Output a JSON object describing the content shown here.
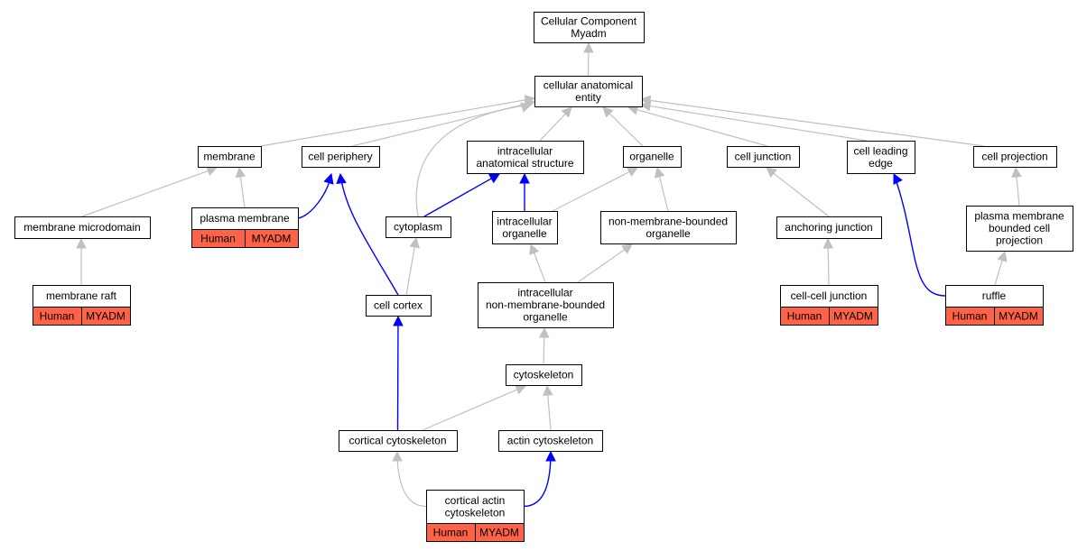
{
  "colors": {
    "gray_edge": "#c0c0c0",
    "blue_edge": "#0000ff",
    "node_border": "#000000",
    "node_fill": "#ffffff",
    "annotation_fill": "#ff6347"
  },
  "nodes": {
    "root": {
      "lines": [
        "Cellular Component",
        "Myadm"
      ]
    },
    "cae": {
      "lines": [
        "cellular anatomical",
        "entity"
      ]
    },
    "membrane": {
      "lines": [
        "membrane"
      ]
    },
    "cell_periphery": {
      "lines": [
        "cell periphery"
      ]
    },
    "intracellular_as": {
      "lines": [
        "intracellular",
        "anatomical structure"
      ]
    },
    "organelle": {
      "lines": [
        "organelle"
      ]
    },
    "cell_junction": {
      "lines": [
        "cell junction"
      ]
    },
    "cell_leading_edge": {
      "lines": [
        "cell leading",
        "edge"
      ]
    },
    "cell_projection": {
      "lines": [
        "cell projection"
      ]
    },
    "membrane_microdomain": {
      "lines": [
        "membrane microdomain"
      ]
    },
    "plasma_membrane": {
      "lines": [
        "plasma membrane"
      ],
      "annotation": [
        "Human",
        "MYADM"
      ]
    },
    "cytoplasm": {
      "lines": [
        "cytoplasm"
      ]
    },
    "intracellular_organelle": {
      "lines": [
        "intracellular",
        "organelle"
      ]
    },
    "nmb_organelle": {
      "lines": [
        "non-membrane-bounded",
        "organelle"
      ]
    },
    "anchoring_junction": {
      "lines": [
        "anchoring junction"
      ]
    },
    "pm_bounded_projection": {
      "lines": [
        "plasma membrane",
        "bounded cell",
        "projection"
      ]
    },
    "membrane_raft": {
      "lines": [
        "membrane raft"
      ],
      "annotation": [
        "Human",
        "MYADM"
      ]
    },
    "cell_cortex": {
      "lines": [
        "cell cortex"
      ]
    },
    "intracellular_nmb_organelle": {
      "lines": [
        "intracellular",
        "non-membrane-bounded",
        "organelle"
      ]
    },
    "cell_cell_junction": {
      "lines": [
        "cell-cell junction"
      ],
      "annotation": [
        "Human",
        "MYADM"
      ]
    },
    "ruffle": {
      "lines": [
        "ruffle"
      ],
      "annotation": [
        "Human",
        "MYADM"
      ]
    },
    "cytoskeleton": {
      "lines": [
        "cytoskeleton"
      ]
    },
    "cortical_cytoskeleton": {
      "lines": [
        "cortical cytoskeleton"
      ]
    },
    "actin_cytoskeleton": {
      "lines": [
        "actin cytoskeleton"
      ]
    },
    "cortical_actin_cytoskeleton": {
      "lines": [
        "cortical actin",
        "cytoskeleton"
      ],
      "annotation": [
        "Human",
        "MYADM"
      ]
    }
  },
  "edges": [
    {
      "from": "cae",
      "to": "root",
      "type": "gray"
    },
    {
      "from": "membrane",
      "to": "cae",
      "type": "gray"
    },
    {
      "from": "cell_periphery",
      "to": "cae",
      "type": "gray"
    },
    {
      "from": "cytoplasm",
      "to": "cae",
      "type": "gray"
    },
    {
      "from": "intracellular_as",
      "to": "cae",
      "type": "gray"
    },
    {
      "from": "organelle",
      "to": "cae",
      "type": "gray"
    },
    {
      "from": "cell_junction",
      "to": "cae",
      "type": "gray"
    },
    {
      "from": "cell_leading_edge",
      "to": "cae",
      "type": "gray"
    },
    {
      "from": "cell_projection",
      "to": "cae",
      "type": "gray"
    },
    {
      "from": "membrane_microdomain",
      "to": "membrane",
      "type": "gray"
    },
    {
      "from": "plasma_membrane",
      "to": "membrane",
      "type": "gray"
    },
    {
      "from": "plasma_membrane",
      "to": "cell_periphery",
      "type": "blue"
    },
    {
      "from": "cytoplasm",
      "to": "intracellular_as",
      "type": "blue"
    },
    {
      "from": "intracellular_organelle",
      "to": "intracellular_as",
      "type": "blue"
    },
    {
      "from": "intracellular_organelle",
      "to": "organelle",
      "type": "gray"
    },
    {
      "from": "nmb_organelle",
      "to": "organelle",
      "type": "gray"
    },
    {
      "from": "anchoring_junction",
      "to": "cell_junction",
      "type": "gray"
    },
    {
      "from": "pm_bounded_projection",
      "to": "cell_projection",
      "type": "gray"
    },
    {
      "from": "membrane_raft",
      "to": "membrane_microdomain",
      "type": "gray"
    },
    {
      "from": "cell_cortex",
      "to": "cell_periphery",
      "type": "blue"
    },
    {
      "from": "cell_cortex",
      "to": "cytoplasm",
      "type": "gray"
    },
    {
      "from": "intracellular_nmb_organelle",
      "to": "intracellular_organelle",
      "type": "gray"
    },
    {
      "from": "intracellular_nmb_organelle",
      "to": "nmb_organelle",
      "type": "gray"
    },
    {
      "from": "cell_cell_junction",
      "to": "anchoring_junction",
      "type": "gray"
    },
    {
      "from": "ruffle",
      "to": "cell_leading_edge",
      "type": "blue"
    },
    {
      "from": "ruffle",
      "to": "pm_bounded_projection",
      "type": "gray"
    },
    {
      "from": "cytoskeleton",
      "to": "intracellular_nmb_organelle",
      "type": "gray"
    },
    {
      "from": "cortical_cytoskeleton",
      "to": "cell_cortex",
      "type": "blue"
    },
    {
      "from": "cortical_cytoskeleton",
      "to": "cytoskeleton",
      "type": "gray"
    },
    {
      "from": "actin_cytoskeleton",
      "to": "cytoskeleton",
      "type": "gray"
    },
    {
      "from": "cortical_actin_cytoskeleton",
      "to": "cortical_cytoskeleton",
      "type": "gray"
    },
    {
      "from": "cortical_actin_cytoskeleton",
      "to": "actin_cytoskeleton",
      "type": "blue"
    }
  ]
}
